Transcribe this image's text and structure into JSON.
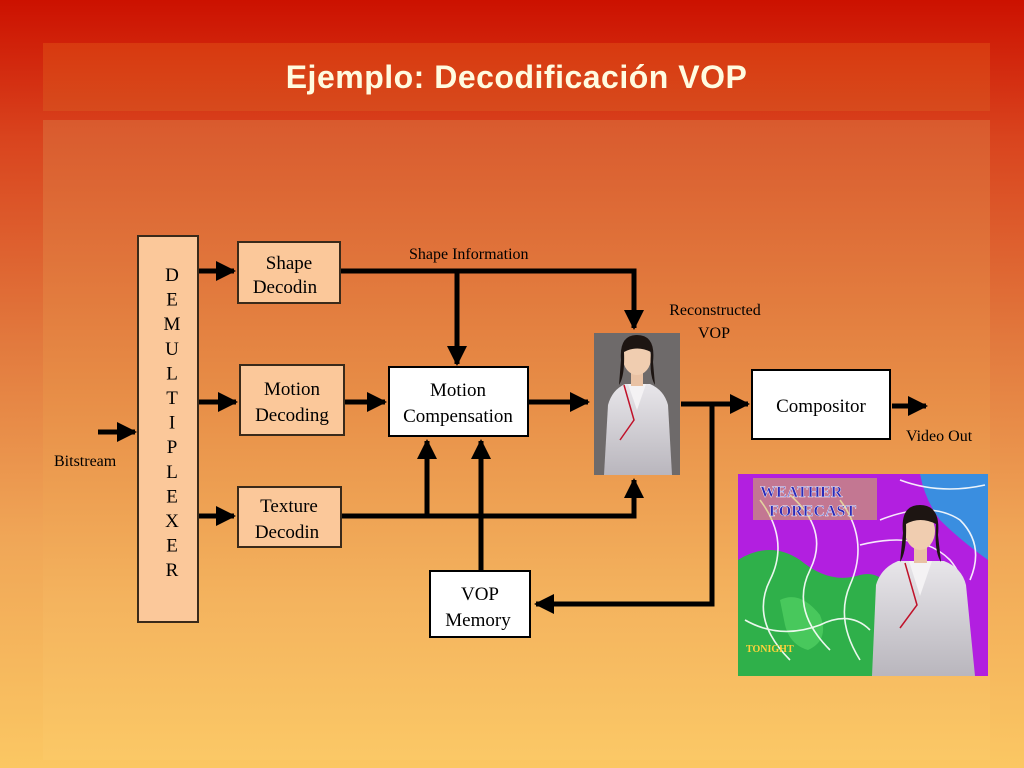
{
  "slide": {
    "title": "Ejemplo: Decodificación VOP"
  },
  "diagram": {
    "demux_letters": [
      "D",
      "E",
      "M",
      "U",
      "L",
      "T",
      "I",
      "P",
      "L",
      "E",
      "X",
      "E",
      "R"
    ],
    "bitstream": "Bitstream",
    "shape_decoding": [
      "Shape",
      "Decodin"
    ],
    "motion_decoding": [
      "Motion",
      "Decoding"
    ],
    "texture_decoding": [
      "Texture",
      "Decodin"
    ],
    "motion_compensation": [
      "Motion",
      "Compensation"
    ],
    "vop_memory": [
      "VOP",
      "Memory"
    ],
    "compositor": "Compositor",
    "shape_information": "Shape Information",
    "reconstructed_vop": [
      "Reconstructed",
      "VOP"
    ],
    "video_out": "Video Out",
    "weather_title": [
      "WEATHER",
      "FORECAST"
    ],
    "weather_tonight": "TONIGHT"
  },
  "colors": {
    "box_fill": "#fbc89a",
    "box_stroke": "#3a2a1a",
    "title_text": "#fffbe0",
    "weather_purple": "#b21fe0",
    "weather_green": "#2fb04a"
  }
}
